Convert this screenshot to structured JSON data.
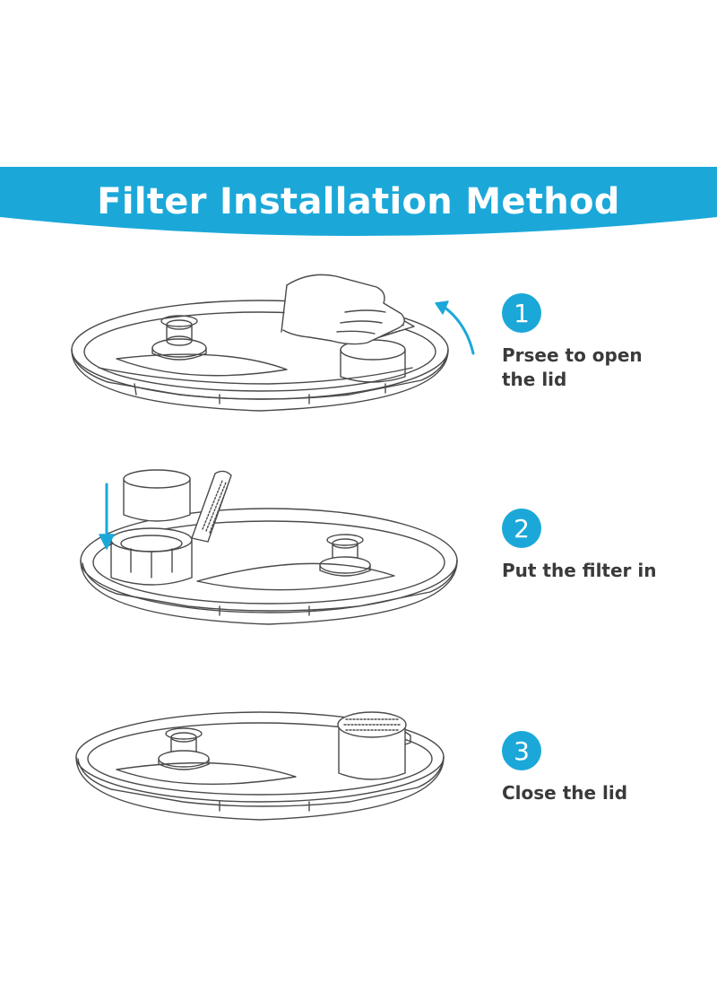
{
  "title": "Filter Installation Method",
  "colors": {
    "banner": "#1ba8d9",
    "badge": "#1ba8d9",
    "line": "#4a4a4a",
    "text": "#3a3a3a"
  },
  "steps": [
    {
      "number": "1",
      "text": "Prsee to open\nthe lid",
      "icon": "hand-press-lid-icon"
    },
    {
      "number": "2",
      "text": "Put the filter in",
      "icon": "insert-filter-icon"
    },
    {
      "number": "3",
      "text": "Close the lid",
      "icon": "closed-lid-icon"
    }
  ]
}
